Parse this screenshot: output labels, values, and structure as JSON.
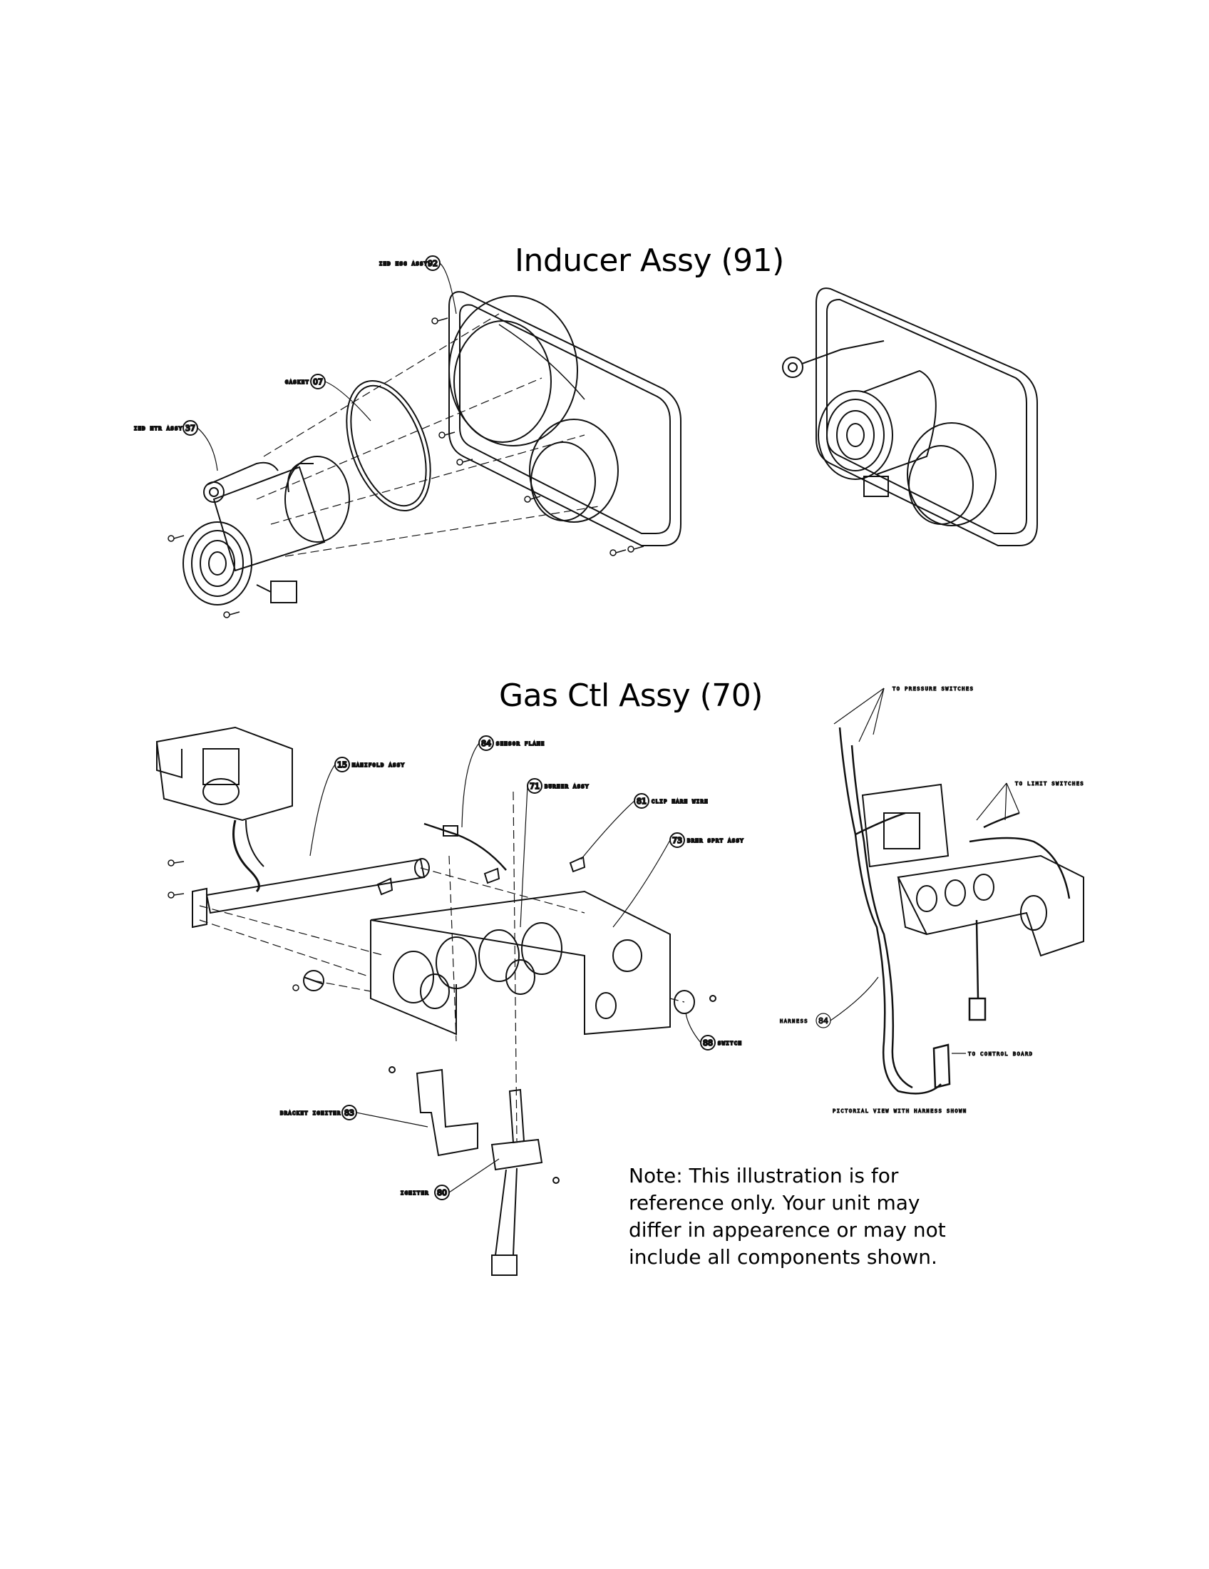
{
  "titles": {
    "inducer": "Inducer Assy (91)",
    "gas_ctl": "Gas Ctl Assy (70)"
  },
  "callouts": {
    "ind_hsg_assy": {
      "label": "IND HSG ASSY",
      "num": "92"
    },
    "gasket": {
      "label": "GASKET",
      "num": "07"
    },
    "ind_mtr_assy": {
      "label": "IND MTR ASSY",
      "num": "37"
    },
    "manifold_assy": {
      "label": "MANIFOLD ASSY",
      "num": "15"
    },
    "sensor_flame": {
      "label": "SENSOR FLAME",
      "num": "84"
    },
    "burner_assy": {
      "label": "BURNER ASSY",
      "num": "71"
    },
    "clip_harn_wire": {
      "label": "CLIP HARN WIRE",
      "num": "81"
    },
    "brnr_sprt_assy": {
      "label": "BRNR SPRT ASSY",
      "num": "73"
    },
    "switch": {
      "label": "SWITCH",
      "num": "88"
    },
    "bracket_igniter": {
      "label": "BRACKET IGNITER",
      "num": "83"
    },
    "igniter": {
      "label": "IGNITER",
      "num": "80"
    },
    "harness": {
      "label": "HARNESS",
      "num": "84"
    },
    "to_pressure_switches": "TO PRESSURE SWITCHES",
    "to_limit_switches": "TO LIMIT SWITCHES",
    "to_control_board": "TO CONTROL BOARD",
    "pictorial_caption": "PICTORIAL VIEW WITH HARNESS SHOWN"
  },
  "note": {
    "lines": [
      "Note: This illustration is for",
      "reference only. Your unit may",
      "differ in appearence or may not",
      "include all components shown."
    ]
  }
}
